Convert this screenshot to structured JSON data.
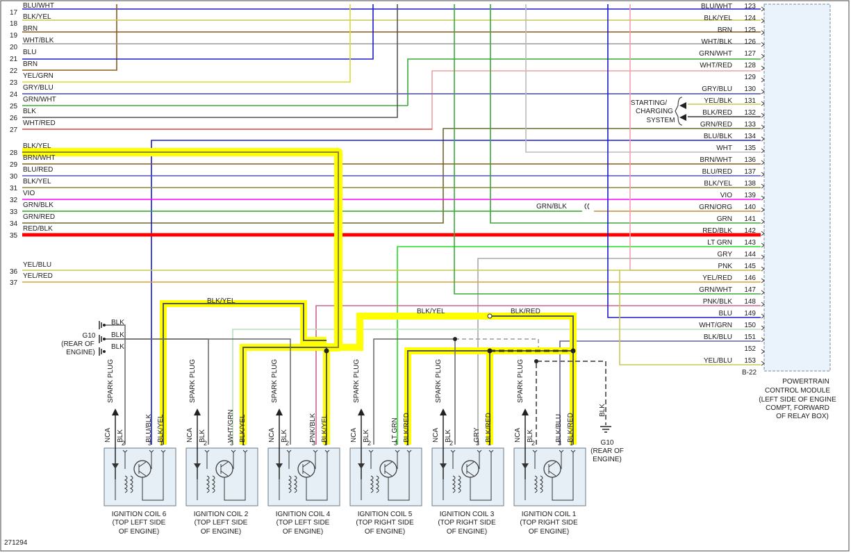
{
  "left_wires": [
    {
      "num": "17",
      "label": "BLU/WHT",
      "color": "#1a1acc"
    },
    {
      "num": "18",
      "label": "BLK/YEL",
      "color": "#c8c850"
    },
    {
      "num": "19",
      "label": "BRN",
      "color": "#8a5a1a"
    },
    {
      "num": "20",
      "label": "WHT/BLK",
      "color": "#999999"
    },
    {
      "num": "21",
      "label": "BLU",
      "color": "#1a1acc"
    },
    {
      "num": "22",
      "label": "BRN",
      "color": "#8a5a1a"
    },
    {
      "num": "23",
      "label": "YEL/GRN",
      "color": "#dada3a"
    },
    {
      "num": "24",
      "label": "GRY/BLU",
      "color": "#6060b0"
    },
    {
      "num": "25",
      "label": "GRN/WHT",
      "color": "#3aaa3a"
    },
    {
      "num": "26",
      "label": "BLK",
      "color": "#555555"
    },
    {
      "num": "27",
      "label": "WHT/RED",
      "color": "#f0a0a0"
    },
    {
      "num": "28",
      "label": "BLK/YEL",
      "color": "#ffff00"
    },
    {
      "num": "29",
      "label": "BRN/WHT",
      "color": "#8a5a1a"
    },
    {
      "num": "30",
      "label": "BLU/RED",
      "color": "#5050c0"
    },
    {
      "num": "31",
      "label": "BLK/YEL",
      "color": "#8a8a30"
    },
    {
      "num": "32",
      "label": "VIO",
      "color": "#ff00ff"
    },
    {
      "num": "33",
      "label": "GRN/BLK",
      "color": "#22aa22"
    },
    {
      "num": "34",
      "label": "GRN/RED",
      "color": "#6a6a30"
    },
    {
      "num": "35",
      "label": "RED/BLK",
      "color": "#ff0000"
    },
    {
      "num": "36",
      "label": "YEL/BLU",
      "color": "#c8c850"
    },
    {
      "num": "37",
      "label": "YEL/RED",
      "color": "#e0a030"
    }
  ],
  "right_pins": [
    {
      "num": "123",
      "label": "BLU/WHT"
    },
    {
      "num": "124",
      "label": "BLK/YEL"
    },
    {
      "num": "125",
      "label": "BRN"
    },
    {
      "num": "126",
      "label": "WHT/BLK"
    },
    {
      "num": "127",
      "label": "GRN/WHT"
    },
    {
      "num": "128",
      "label": "WHT/RED"
    },
    {
      "num": "129",
      "label": ""
    },
    {
      "num": "130",
      "label": "GRY/BLU"
    },
    {
      "num": "131",
      "label": "YEL/BLK"
    },
    {
      "num": "132",
      "label": "BLK/RED"
    },
    {
      "num": "133",
      "label": "GRN/RED"
    },
    {
      "num": "134",
      "label": "BLU/BLK"
    },
    {
      "num": "135",
      "label": "WHT"
    },
    {
      "num": "136",
      "label": "BRN/WHT"
    },
    {
      "num": "137",
      "label": "BLU/RED"
    },
    {
      "num": "138",
      "label": "BLK/YEL"
    },
    {
      "num": "139",
      "label": "VIO"
    },
    {
      "num": "140",
      "label": "GRN/ORG"
    },
    {
      "num": "141",
      "label": "GRN"
    },
    {
      "num": "142",
      "label": "RED/BLK"
    },
    {
      "num": "143",
      "label": "LT GRN"
    },
    {
      "num": "144",
      "label": "GRY"
    },
    {
      "num": "145",
      "label": "PNK"
    },
    {
      "num": "146",
      "label": "YEL/RED"
    },
    {
      "num": "147",
      "label": "GRN/WHT"
    },
    {
      "num": "148",
      "label": "PNK/BLK"
    },
    {
      "num": "149",
      "label": "BLU"
    },
    {
      "num": "150",
      "label": "WHT/GRN"
    },
    {
      "num": "151",
      "label": "BLK/BLU"
    },
    {
      "num": "152",
      "label": ""
    },
    {
      "num": "153",
      "label": "YEL/BLU"
    }
  ],
  "labels": {
    "starting": [
      "STARTING/",
      "CHARGING",
      "SYSTEM"
    ],
    "grn_blk_mid": "GRN/BLK",
    "connector": "B-22",
    "pcm": [
      "POWERTRAIN",
      "CONTROL MODULE",
      "(LEFT SIDE OF ENGINE",
      "COMPT, FORWARD",
      "OF RELAY BOX)"
    ],
    "g10_left": [
      "G10",
      "(REAR OF",
      "ENGINE)"
    ],
    "g10_left_wires": [
      "BLK",
      "BLK",
      "BLK"
    ],
    "g10_right": [
      "G10",
      "(REAR OF",
      "ENGINE)"
    ],
    "g10_right_wire": "BLK",
    "blk_yel_top": "BLK/YEL",
    "blk_yel_mid": "BLK/YEL",
    "blk_red_mid": "BLK/RED",
    "footer": "271294"
  },
  "coils": [
    {
      "name": "IGNITION COIL 6",
      "loc": [
        "(TOP LEFT SIDE",
        "OF ENGINE)"
      ],
      "w3": "BLU/BLK",
      "w1": "BLK/YEL"
    },
    {
      "name": "IGNITION COIL 2",
      "loc": [
        "(TOP LEFT SIDE",
        "OF ENGINE)"
      ],
      "w3": "WHT/GRN",
      "w1": "BLK/YEL"
    },
    {
      "name": "IGNITION COIL 4",
      "loc": [
        "(TOP LEFT SIDE",
        "OF ENGINE)"
      ],
      "w3": "PNK/BLK",
      "w1": "BLK/YEL"
    },
    {
      "name": "IGNITION COIL 5",
      "loc": [
        "(TOP RIGHT SIDE",
        "OF ENGINE)"
      ],
      "w3": "LT GRN",
      "w1": "BLK/RED"
    },
    {
      "name": "IGNITION COIL 3",
      "loc": [
        "(TOP RIGHT SIDE",
        "OF ENGINE)"
      ],
      "w3": "GRY",
      "w1": "BLK/RED"
    },
    {
      "name": "IGNITION COIL 1",
      "loc": [
        "(TOP RIGHT SIDE",
        "OF ENGINE)"
      ],
      "w3": "BLK/BLU",
      "w1": "BLK/RED"
    }
  ],
  "coil_pin_labels": {
    "nca": "NCA",
    "spark": "SPARK PLUG",
    "w2": "BLK",
    "p2": "2",
    "p3": "3",
    "p1": "1"
  }
}
